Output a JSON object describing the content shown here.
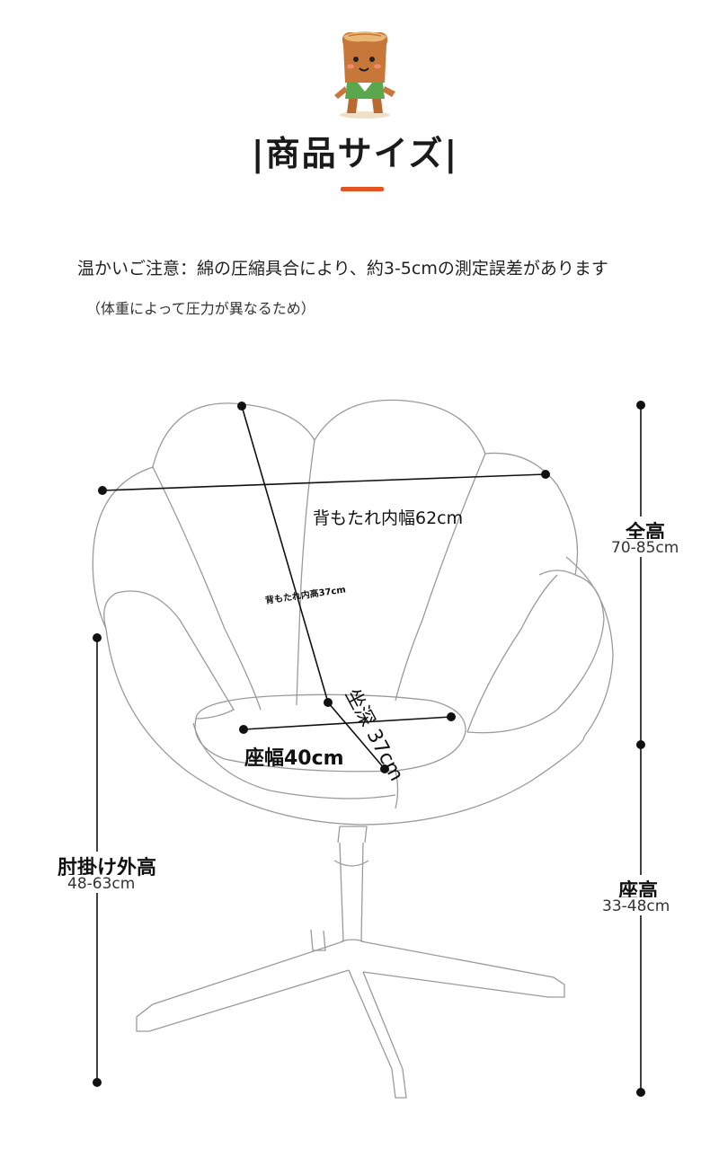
{
  "header": {
    "mascot_icon": "tree-stump-mascot-icon",
    "title": "|商品サイズ|",
    "accent_color": "#e3541f"
  },
  "notice": {
    "line1": "温かいご注意：綿の圧縮具合により、約3-5cmの測定誤差があります",
    "line2": "（体重によって圧力が異なるため）"
  },
  "dimensions": {
    "backrest_width": "背もたれ内幅62cm",
    "backrest_height": "背もたれ内高37cm",
    "seat_depth": "坐深 37cm",
    "seat_width": "座幅40cm",
    "total_height_label": "全高",
    "total_height_value": "70-85cm",
    "armrest_height_label": "肘掛け外高",
    "armrest_height_value": "48-63cm",
    "seat_height_label": "座高",
    "seat_height_value": "33-48cm"
  }
}
